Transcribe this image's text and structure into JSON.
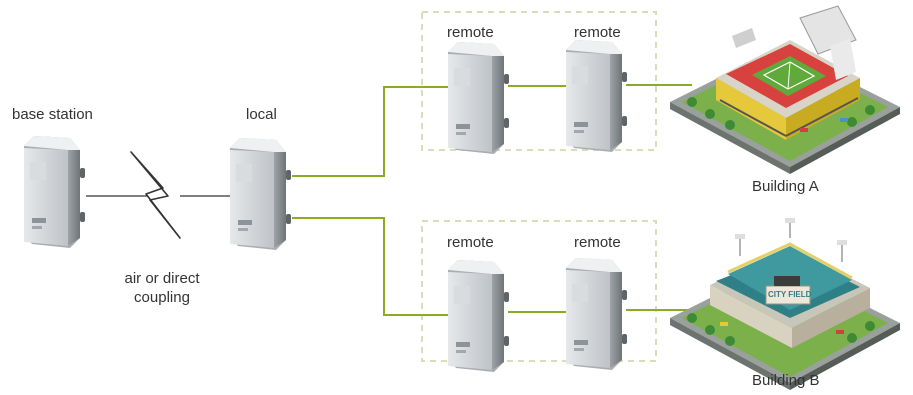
{
  "labels": {
    "base_station": "base station",
    "local": "local",
    "coupling_line1": "air or direct",
    "coupling_line2": "coupling",
    "remote_a1": "remote",
    "remote_a2": "remote",
    "remote_b1": "remote",
    "remote_b2": "remote",
    "building_a": "Building A",
    "building_b": "Building B",
    "stadium_b_sign": "CITY FIELD"
  },
  "colors": {
    "fiber_line": "#8aac25",
    "air_link": "#333333",
    "dashed_box": "#d6e0b8",
    "device_body": "#c9ccd0",
    "device_dark": "#7d8287"
  },
  "icons": {
    "base_station": "radio-unit-icon",
    "local": "radio-unit-icon",
    "remote": "radio-unit-icon",
    "building_a": "stadium-icon",
    "building_b": "stadium-icon",
    "air_link": "lightning-bolt-icon"
  }
}
